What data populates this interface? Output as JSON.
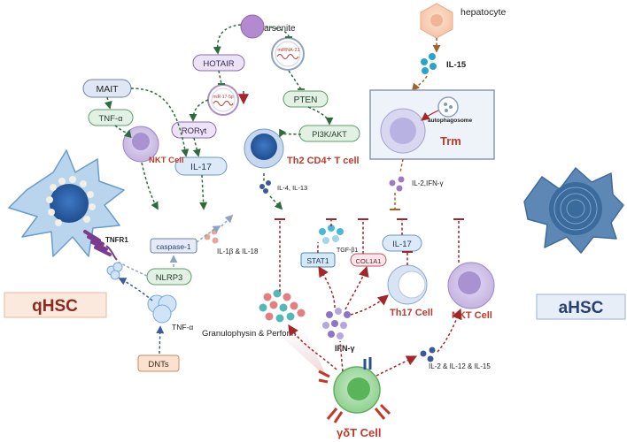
{
  "labels": {
    "arsenite": "arsenite",
    "hepatocyte": "hepatocyte",
    "il15": "IL-15",
    "hotair": "HOTAIR",
    "mirna21": "miRNA-21",
    "mait": "MAIT",
    "mir17": "miR-17-5p",
    "pten": "PTEN",
    "tnfa_top": "TNF-α",
    "roryt": "RORγt",
    "pi3k": "PI3K/AKT",
    "autophagosome": "autophagosome",
    "trm": "Trm",
    "il17_top": "IL-17",
    "nkt_top": "NKT Cell",
    "th2": "Th2 CD4⁺ T cell",
    "il4": "IL-4, IL-13",
    "il2ifn": "IL-2,IFN-γ",
    "tnfr1": "TNFR1",
    "caspase": "caspase-1",
    "il1b": "IL-1β & IL-18",
    "nlrp3": "NLRP3",
    "tgfb": "TGF-β1",
    "stat1": "STAT1",
    "col1a1": "COL1A1",
    "il17_right": "IL-17",
    "qhsc": "qHSC",
    "ahsc": "aHSC",
    "tnfa_low": "TNF-α",
    "granulo": "Granulophysin &  Perforin",
    "ifng": "IFN-γ",
    "th17": "Th17 Cell",
    "nkt_right": "NKT Cell",
    "dnts": "DNTs",
    "il2_12_15": "IL-2 & IL-12 & IL-15",
    "gdt": "γδT Cell"
  },
  "colors": {
    "arrow": "#a3262a",
    "dash_green": "#2e6b3c",
    "dash_brown": "#a0642a",
    "dash_blue": "#3d5a99",
    "red_text": "#c0392b"
  }
}
